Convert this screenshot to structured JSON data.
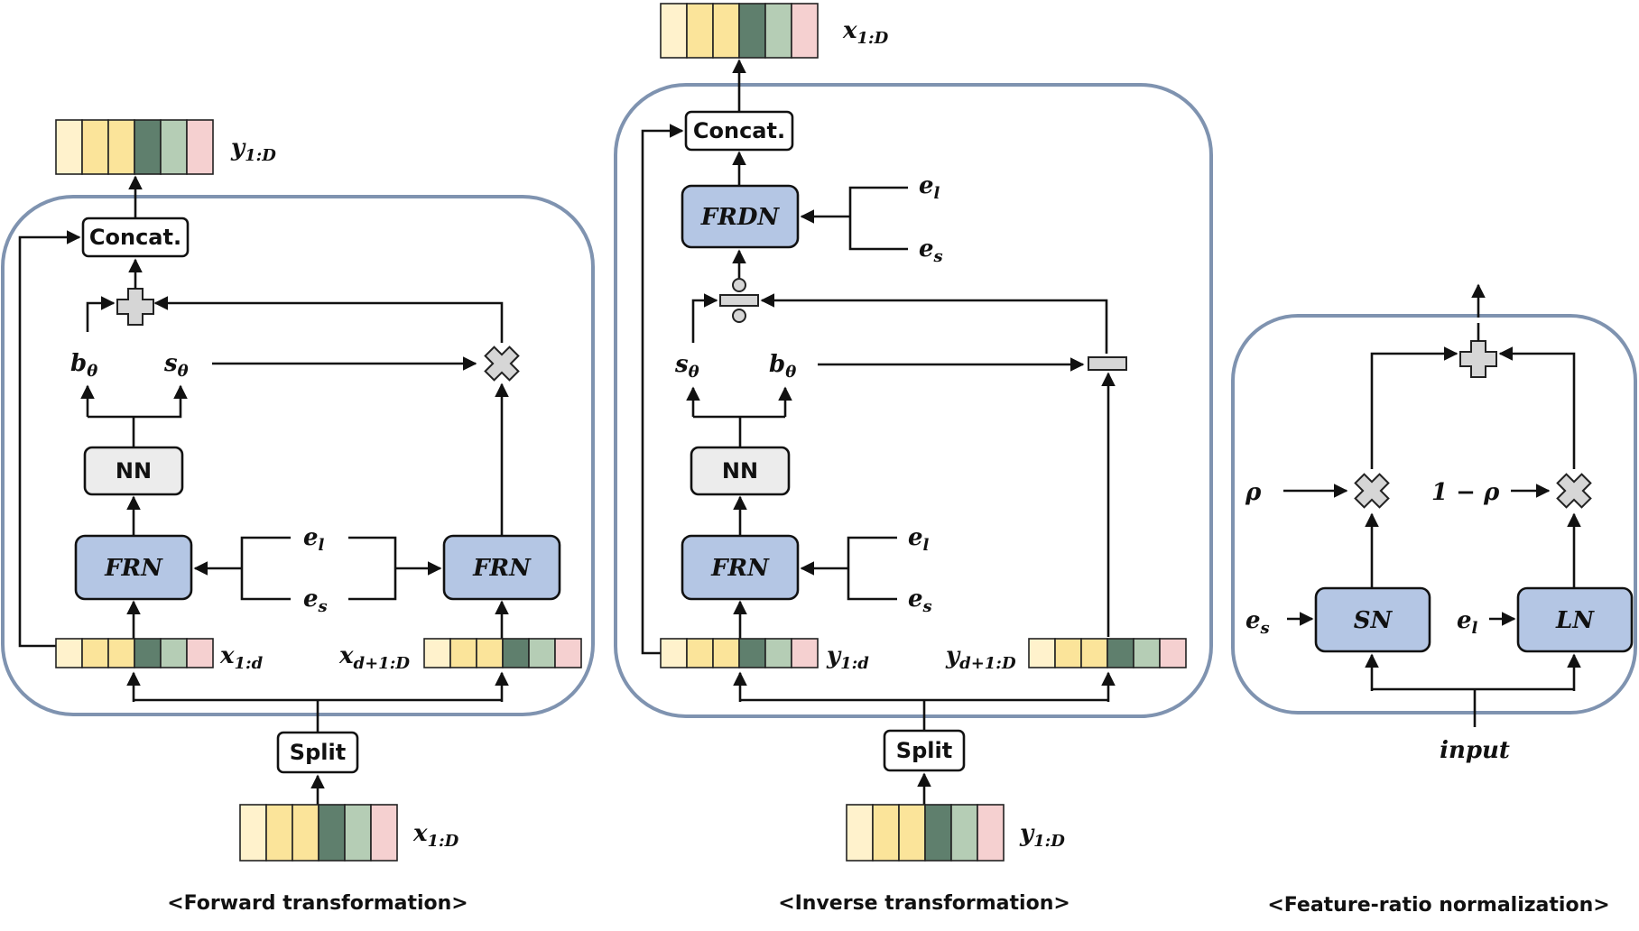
{
  "colors": {
    "panel_border": "#7f93b0",
    "frn_fill": "#b4c6e4",
    "nn_fill": "#ececec",
    "op_fill": "#d6d6d6",
    "vector_cells": [
      "#fff2cc",
      "#fbe49a",
      "#fbe49a",
      "#5f7f6d",
      "#b5cdb5",
      "#f5d0d0"
    ]
  },
  "forward": {
    "caption": "<Forward transformation>",
    "output_label": "y",
    "output_sub": "1:D",
    "concat": "Concat.",
    "b_label": "b",
    "b_sub": "θ",
    "s_label": "s",
    "s_sub": "θ",
    "nn": "NN",
    "frn_left": "FRN",
    "frn_right": "FRN",
    "el": "e",
    "el_sub": "l",
    "es": "e",
    "es_sub": "s",
    "x1d": "x",
    "x1d_sub": "1:d",
    "xd1D": "x",
    "xd1D_sub": "d+1:D",
    "split": "Split",
    "input_label": "x",
    "input_sub": "1:D",
    "plus_icon": "plus-operator-icon",
    "times_icon": "multiply-operator-icon"
  },
  "inverse": {
    "caption": "<Inverse transformation>",
    "output_label": "x",
    "output_sub": "1:D",
    "concat": "Concat.",
    "frdn": "FRDN",
    "el": "e",
    "el_sub": "l",
    "es": "e",
    "es_sub": "s",
    "s_label": "s",
    "s_sub": "θ",
    "b_label": "b",
    "b_sub": "θ",
    "nn": "NN",
    "frn": "FRN",
    "el2": "e",
    "el2_sub": "l",
    "es2": "e",
    "es2_sub": "s",
    "y1d": "y",
    "y1d_sub": "1:d",
    "yd1D": "y",
    "yd1D_sub": "d+1:D",
    "split": "Split",
    "input_label": "y",
    "input_sub": "1:D",
    "divide_icon": "divide-operator-icon",
    "minus_icon": "minus-operator-icon"
  },
  "frnorm": {
    "caption": "<Feature-ratio normalization>",
    "rho": "ρ",
    "one_minus_rho": "1 − ρ",
    "es": "e",
    "es_sub": "s",
    "el": "e",
    "el_sub": "l",
    "sn": "SN",
    "ln": "LN",
    "input": "input",
    "plus_icon": "plus-operator-icon",
    "times_icon": "multiply-operator-icon"
  }
}
